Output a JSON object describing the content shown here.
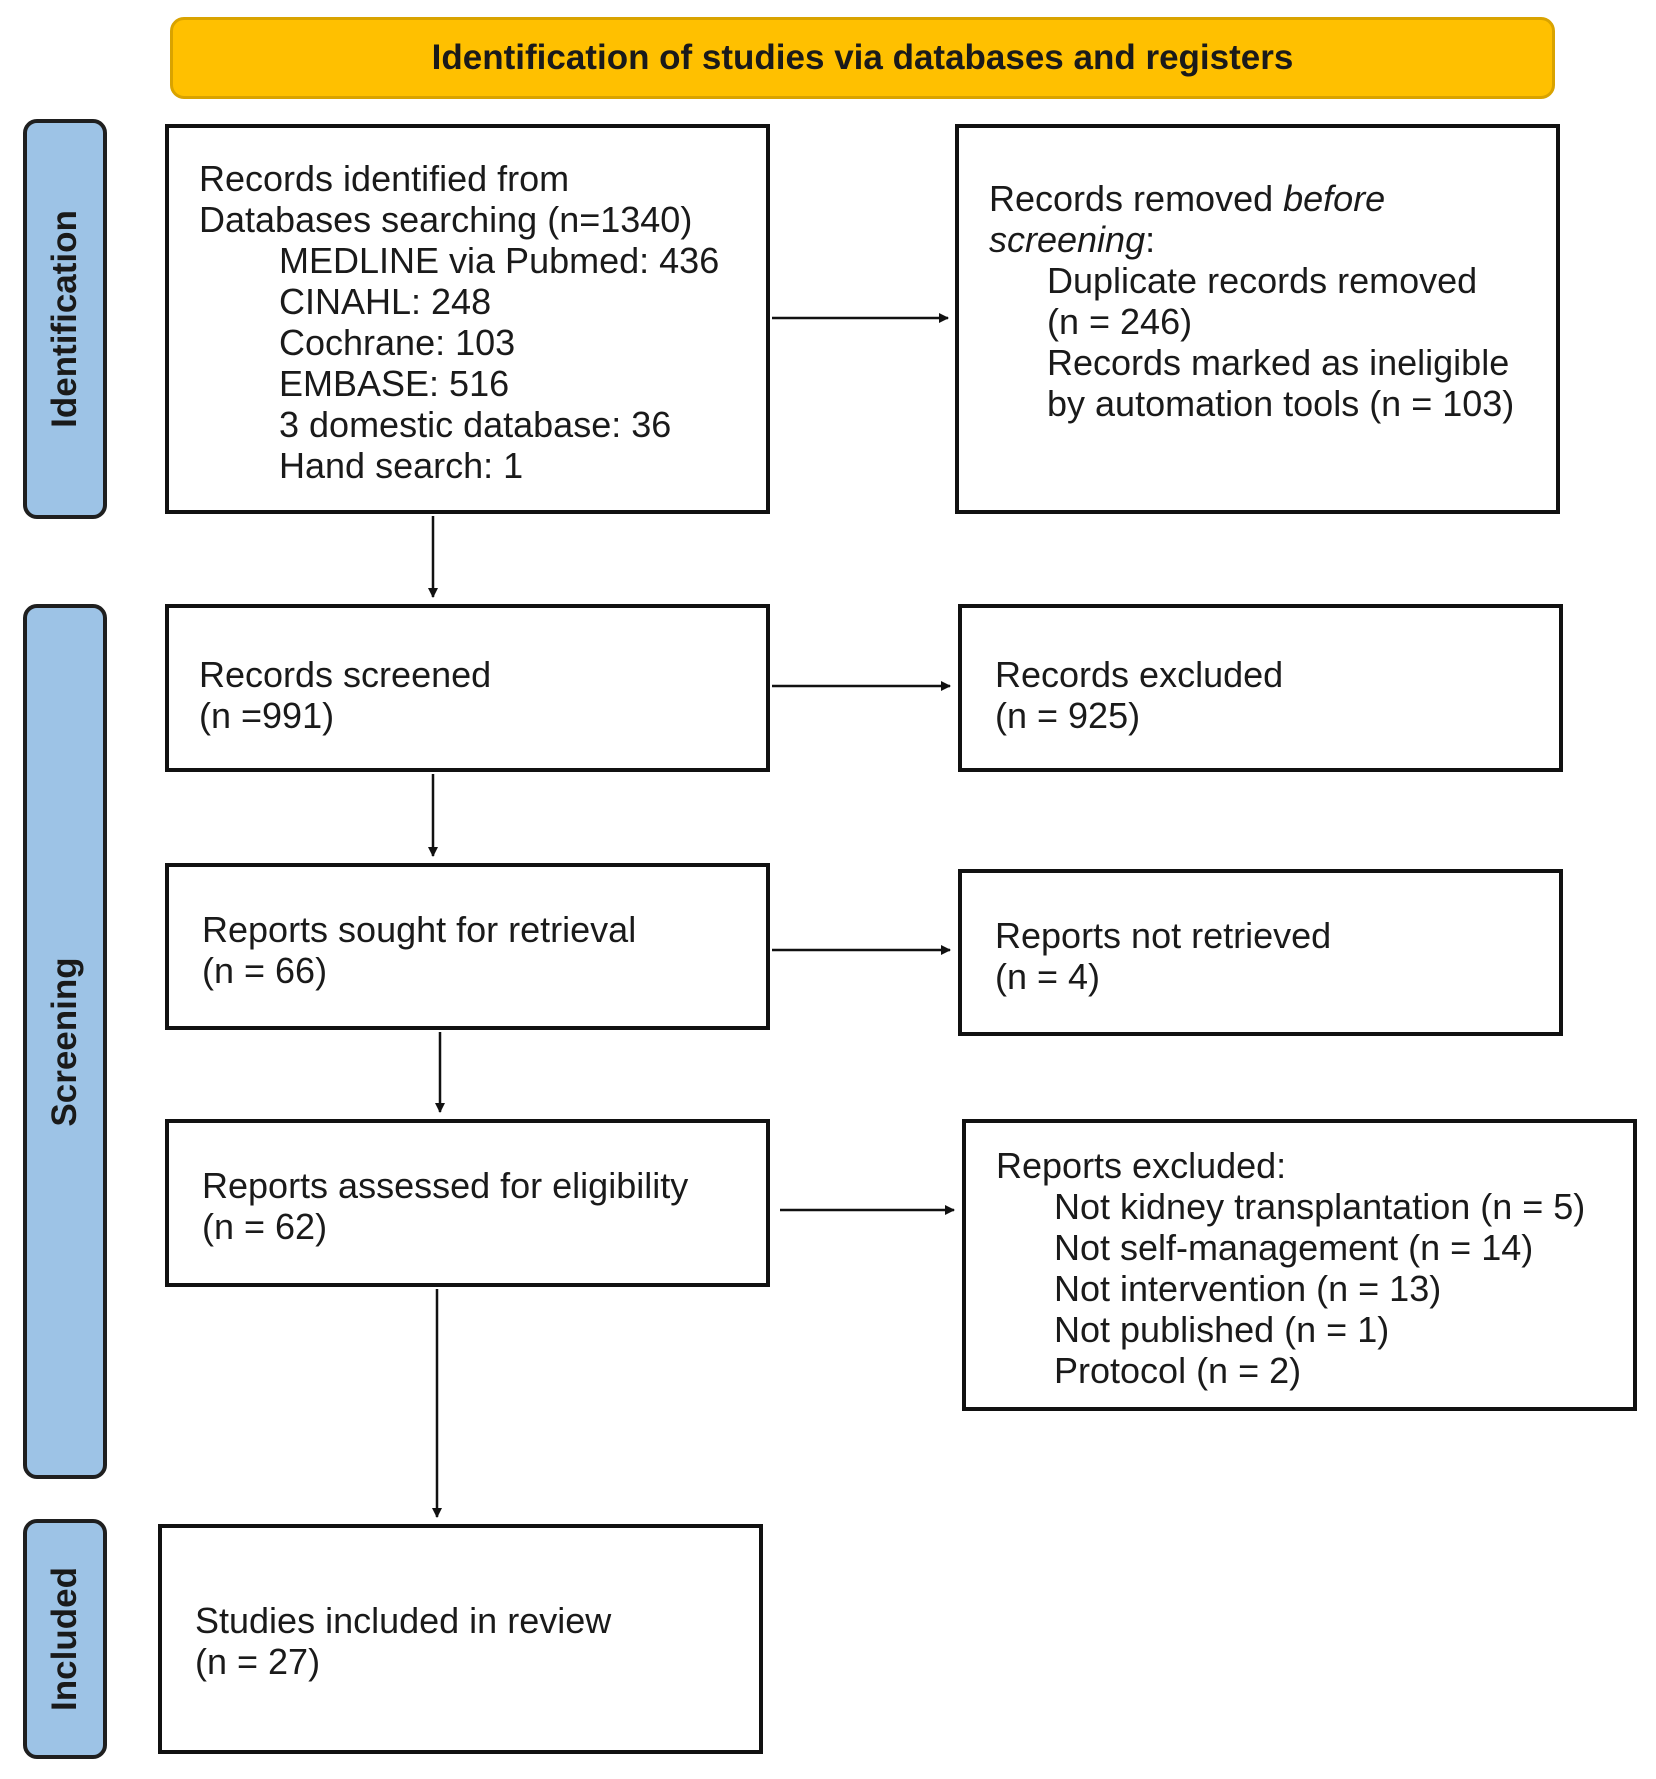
{
  "header": {
    "title": "Identification of studies via databases and registers"
  },
  "phases": {
    "identification": "Identification",
    "screening": "Screening",
    "included": "Included"
  },
  "boxes": {
    "identified": {
      "lines": [
        "Records identified from",
        "Databases searching (n=1340)",
        "MEDLINE via Pubmed: 436",
        "CINAHL: 248",
        "Cochrane: 103",
        "EMBASE: 516",
        "3 domestic database: 36",
        "Hand search: 1"
      ]
    },
    "removed": {
      "lead": "Records removed ",
      "lead_italic": "before",
      "lead2_italic": "screening",
      "lead2_rest": ":",
      "lines": [
        "Duplicate records removed",
        "(n = 246)",
        "Records marked as ineligible",
        "by automation tools (n = 103)"
      ]
    },
    "screened": {
      "lines": [
        "Records screened",
        "(n =991)"
      ]
    },
    "excluded_records": {
      "lines": [
        "Records excluded",
        "(n = 925)"
      ]
    },
    "sought": {
      "lines": [
        "Reports sought for retrieval",
        "(n = 66)"
      ]
    },
    "not_retrieved": {
      "lines": [
        "Reports not retrieved",
        "(n = 4)"
      ]
    },
    "assessed": {
      "lines": [
        "Reports assessed for eligibility",
        "(n = 62)"
      ]
    },
    "excluded_reports": {
      "lines": [
        "Reports excluded:",
        "Not kidney transplantation (n = 5)",
        "Not self-management (n = 14)",
        "Not intervention (n = 13)",
        "Not published (n = 1)",
        "Protocol (n = 2)"
      ]
    },
    "included": {
      "lines": [
        "Studies included in review",
        "(n = 27)"
      ]
    }
  }
}
